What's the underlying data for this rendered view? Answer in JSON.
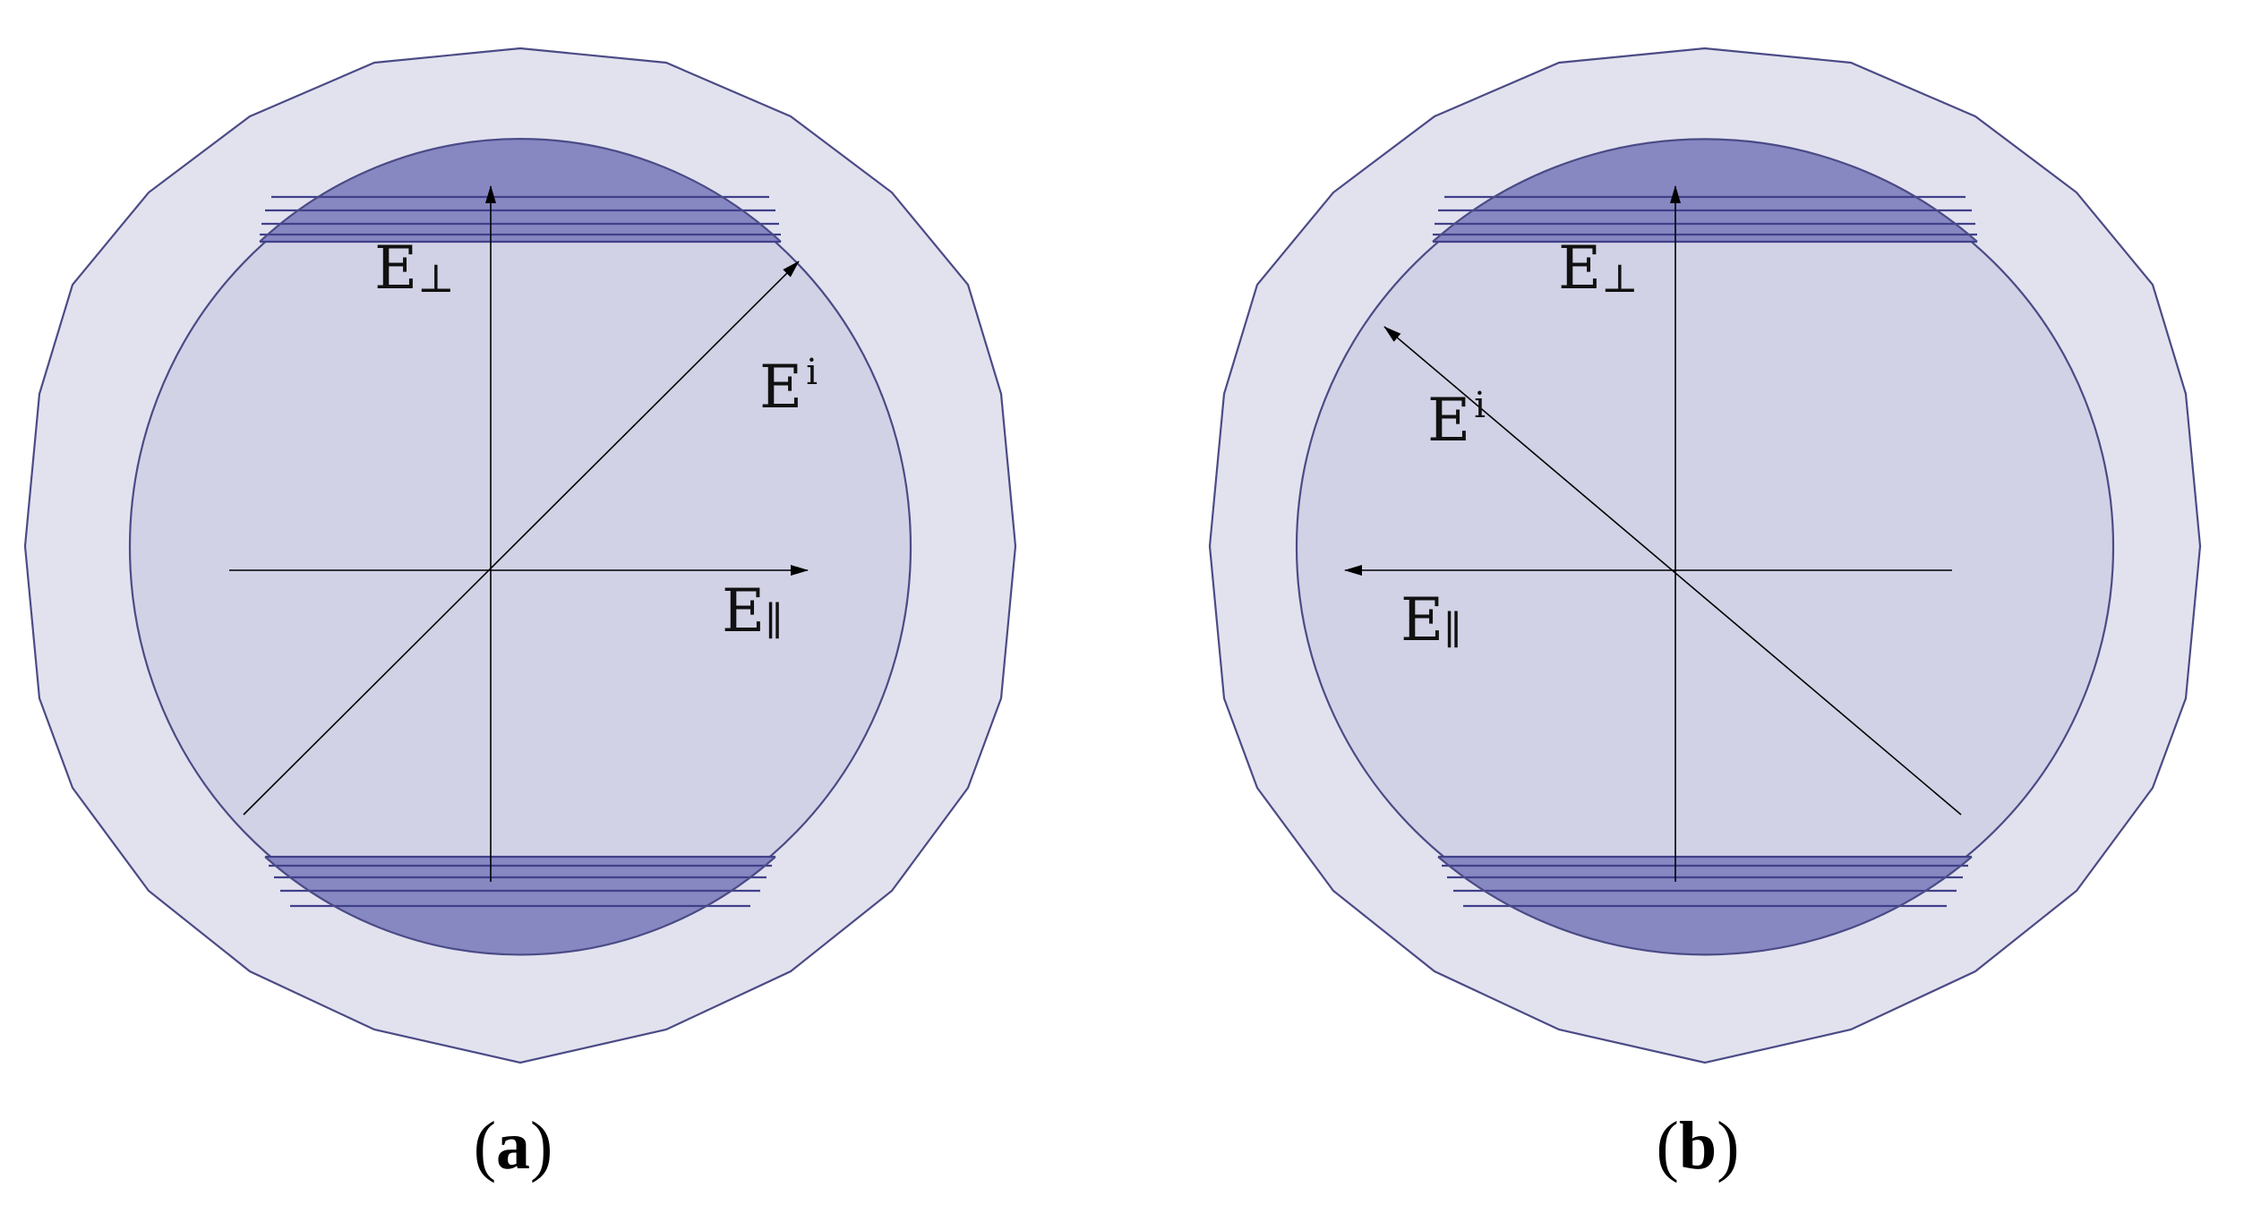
{
  "colors": {
    "outer_ring": "#e2e2ef",
    "inner_disk": "#d2d2e6",
    "cap": "#8787c2",
    "outline": "#4b4b86",
    "arrow": "#000000"
  },
  "panels": [
    {
      "id": "a",
      "caption_open": "(",
      "caption_letter": "a",
      "caption_close": ")",
      "e_perp": {
        "base": "E",
        "sub": "⊥"
      },
      "e_incident": {
        "base": "E",
        "sup": "i"
      },
      "e_parallel": {
        "base": "E",
        "sub": "∥"
      },
      "incident_direction": "upper-right",
      "parallel_direction": "right"
    },
    {
      "id": "b",
      "caption_open": "(",
      "caption_letter": "b",
      "caption_close": ")",
      "e_perp": {
        "base": "E",
        "sub": "⊥"
      },
      "e_incident": {
        "base": "E",
        "sup": "i"
      },
      "e_parallel": {
        "base": "E",
        "sub": "∥"
      },
      "incident_direction": "upper-left",
      "parallel_direction": "left"
    }
  ]
}
